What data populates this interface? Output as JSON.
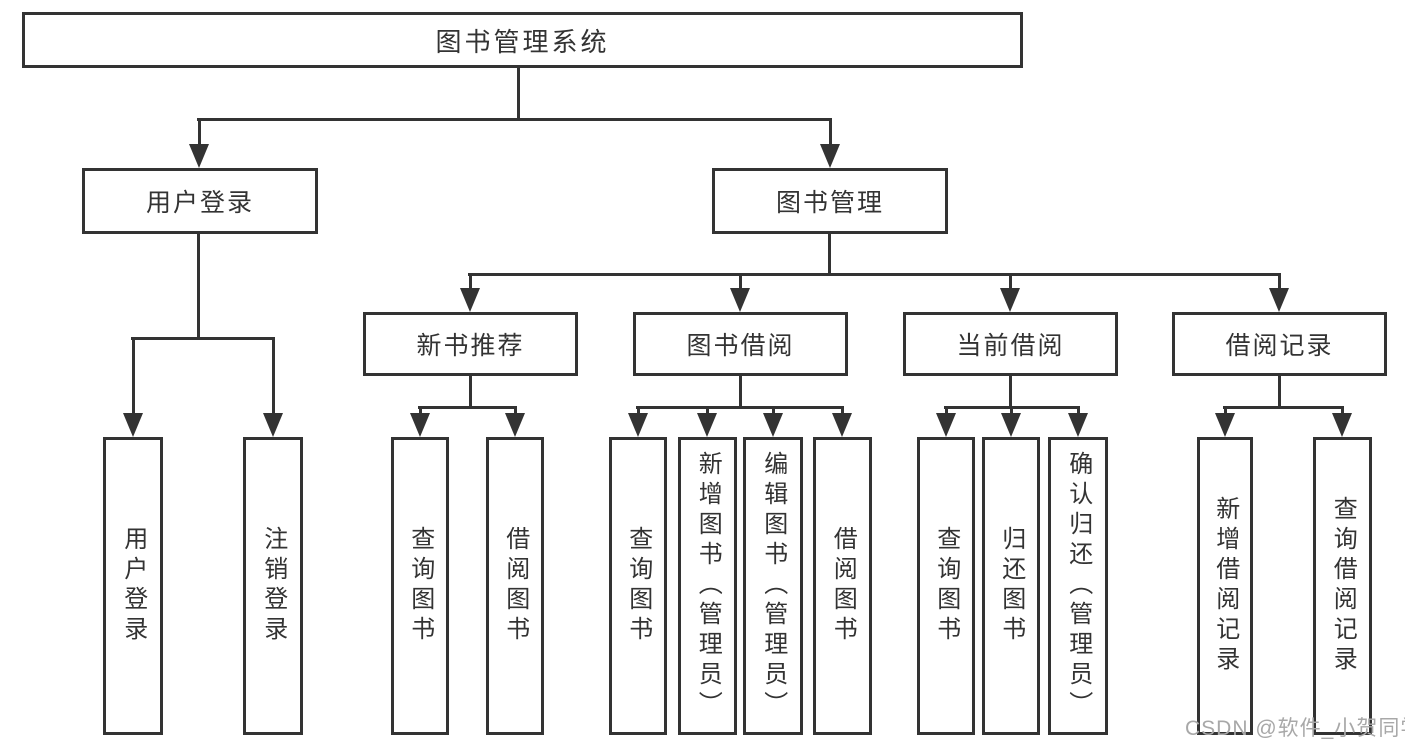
{
  "colors": {
    "line": "#333333",
    "text": "#333333",
    "watermark": "#a8a8a8",
    "background": "#ffffff"
  },
  "watermark": {
    "text": "CSDN @软件_小贺同学"
  },
  "nodes": {
    "root": {
      "label": "图书管理系统"
    },
    "user_login": {
      "label": "用户登录"
    },
    "book_management": {
      "label": "图书管理"
    },
    "new_book_recommend": {
      "label": "新书推荐"
    },
    "book_borrowing": {
      "label": "图书借阅"
    },
    "current_borrowing": {
      "label": "当前借阅"
    },
    "borrowing_records": {
      "label": "借阅记录"
    },
    "leaf_user_login": {
      "label": "用户登录"
    },
    "leaf_logout": {
      "label": "注销登录"
    },
    "leaf_rec_query_books": {
      "label": "查询图书"
    },
    "leaf_rec_borrow_books": {
      "label": "借阅图书"
    },
    "leaf_bor_query_books": {
      "label": "查询图书"
    },
    "leaf_bor_add_books": {
      "label": "新增图书（管理员）"
    },
    "leaf_bor_edit_books": {
      "label": "编辑图书（管理员）"
    },
    "leaf_bor_borrow_books": {
      "label": "借阅图书"
    },
    "leaf_cur_query_books": {
      "label": "查询图书"
    },
    "leaf_cur_return_books": {
      "label": "归还图书"
    },
    "leaf_cur_confirm_return": {
      "label": "确认归还（管理员）"
    },
    "leaf_recs_add_record": {
      "label": "新增借阅记录"
    },
    "leaf_recs_query_record": {
      "label": "查询借阅记录"
    }
  },
  "edges": [
    [
      "root",
      "user_login"
    ],
    [
      "root",
      "book_management"
    ],
    [
      "user_login",
      "leaf_user_login"
    ],
    [
      "user_login",
      "leaf_logout"
    ],
    [
      "book_management",
      "new_book_recommend"
    ],
    [
      "book_management",
      "book_borrowing"
    ],
    [
      "book_management",
      "current_borrowing"
    ],
    [
      "book_management",
      "borrowing_records"
    ],
    [
      "new_book_recommend",
      "leaf_rec_query_books"
    ],
    [
      "new_book_recommend",
      "leaf_rec_borrow_books"
    ],
    [
      "book_borrowing",
      "leaf_bor_query_books"
    ],
    [
      "book_borrowing",
      "leaf_bor_add_books"
    ],
    [
      "book_borrowing",
      "leaf_bor_edit_books"
    ],
    [
      "book_borrowing",
      "leaf_bor_borrow_books"
    ],
    [
      "current_borrowing",
      "leaf_cur_query_books"
    ],
    [
      "current_borrowing",
      "leaf_cur_return_books"
    ],
    [
      "current_borrowing",
      "leaf_cur_confirm_return"
    ],
    [
      "borrowing_records",
      "leaf_recs_add_record"
    ],
    [
      "borrowing_records",
      "leaf_recs_query_record"
    ]
  ]
}
